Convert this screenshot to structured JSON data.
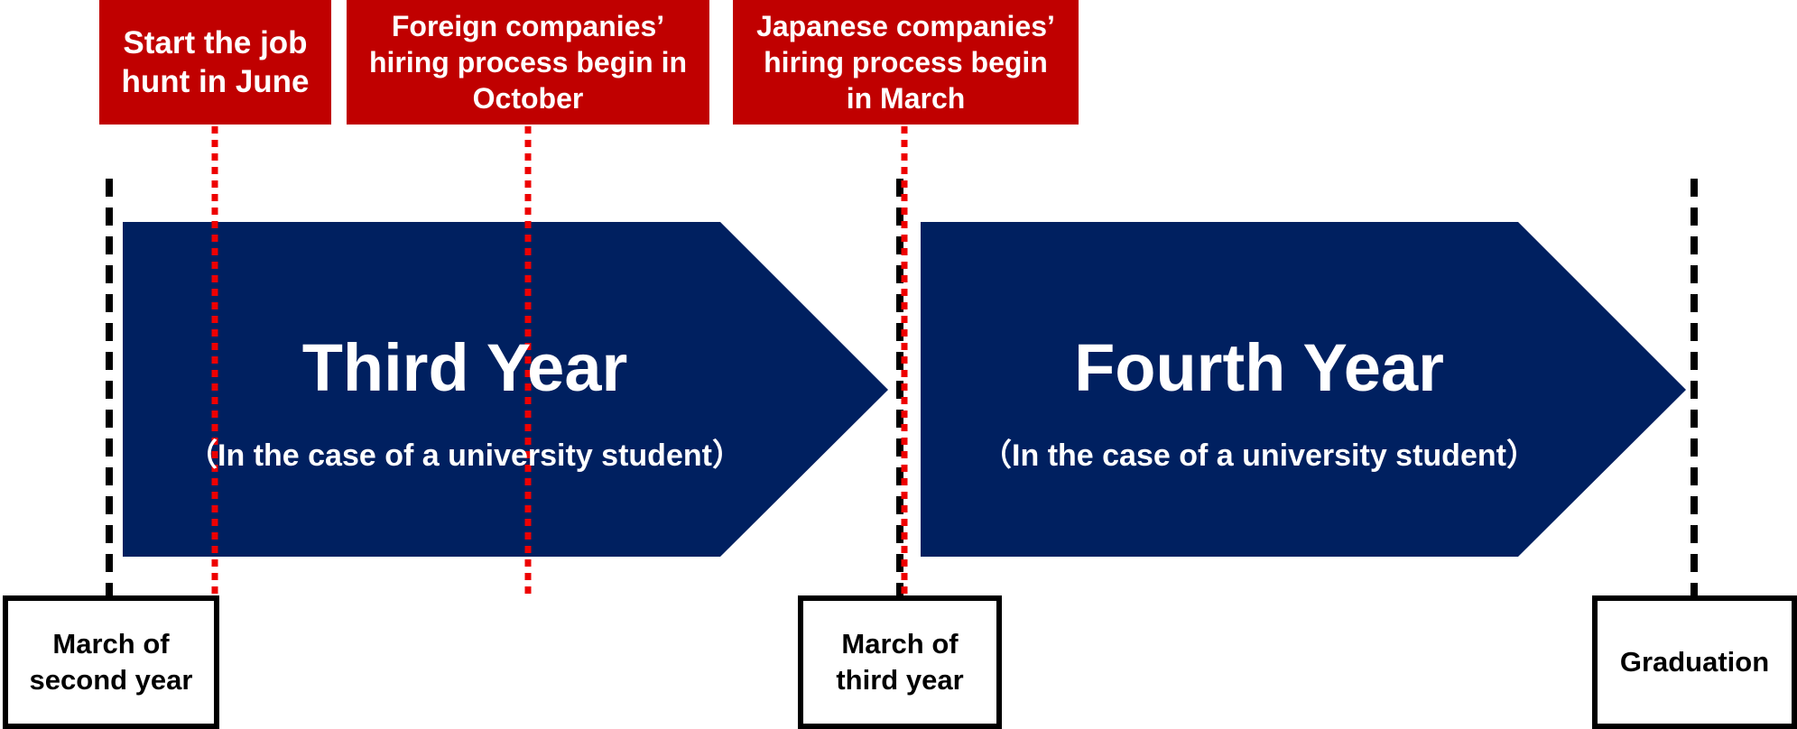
{
  "callouts": {
    "june": "Start the job\nhunt in June",
    "october": "Foreign companies’\nhiring process begin in\nOctober",
    "march": "Japanese companies’\nhiring process begin\nin March"
  },
  "arrows": {
    "third": {
      "title": "Third Year",
      "subtitle": "（In the case of a university student）"
    },
    "fourth": {
      "title": "Fourth Year",
      "subtitle": "（In the case of a university student）"
    }
  },
  "milestones": {
    "march_second_year": "March of\nsecond year",
    "march_third_year": "March of\nthird year",
    "graduation": "Graduation"
  },
  "colors": {
    "arrow_fill": "#002060",
    "callout_fill": "#c00000",
    "event_line": "#ee0000",
    "milestone_line": "#000000"
  }
}
